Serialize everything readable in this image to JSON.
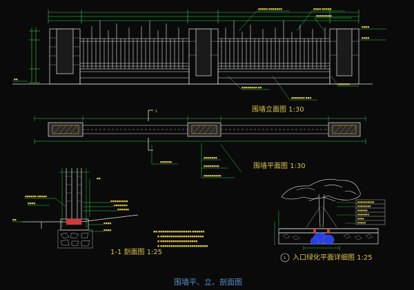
{
  "drawing": {
    "main_title": "围墙平、立、剖面图",
    "views": {
      "elevation": "围墙立面图  1:30",
      "plan": "围墙平面图  1:30",
      "section": "1-1 剖面图  1:25",
      "tree_pit": "入口绿化平面详细图  1:25"
    },
    "section_marker": "1",
    "detail_marker": "1"
  },
  "colors": {
    "background": "#0a0a0a",
    "linework": "#e8e8e8",
    "dimension": "#2fd24a",
    "text": "#d9c24a",
    "cut_fill": "#d23a3a",
    "water": "#2a3fe0",
    "title": "#5a8dc8"
  }
}
